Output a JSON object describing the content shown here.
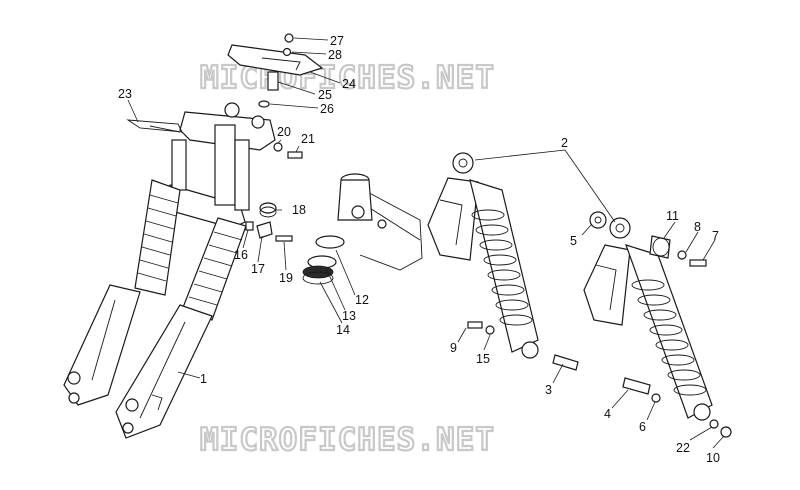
{
  "watermark": {
    "top": "MICROFICHES.NET",
    "bottom": "MICROFICHES.NET"
  },
  "callouts": {
    "c1": "1",
    "c2": "2",
    "c3": "3",
    "c4": "4",
    "c5": "5",
    "c6": "6",
    "c7": "7",
    "c8": "8",
    "c9": "9",
    "c10": "10",
    "c11": "11",
    "c12": "12",
    "c13": "13",
    "c14": "14",
    "c15": "15",
    "c16": "16",
    "c17": "17",
    "c18": "18",
    "c19": "19",
    "c20": "20",
    "c21": "21",
    "c22": "22",
    "c23": "23",
    "c24": "24",
    "c25": "25",
    "c26": "26",
    "c27": "27",
    "c28": "28"
  },
  "colors": {
    "line": "#1a1a1a",
    "watermark_stroke": "#c8c8c8",
    "background": "#ffffff"
  }
}
